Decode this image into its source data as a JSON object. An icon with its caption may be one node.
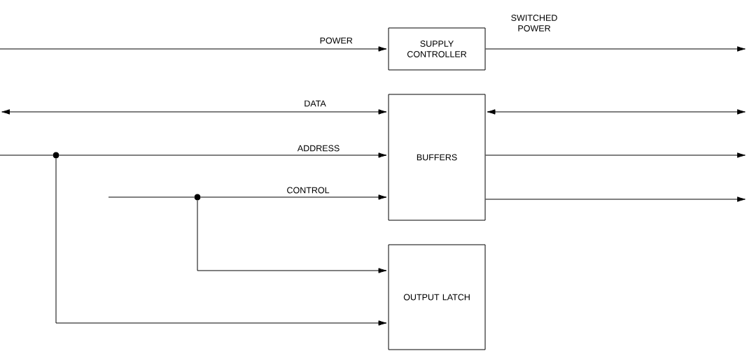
{
  "diagram": {
    "nodes": [
      {
        "text": [
          "SUPPLY CONTROLLER"
        ]
      },
      {
        "text": [
          "BUFFERS"
        ]
      },
      {
        "text": [
          "OUTPUT LATCH"
        ]
      },
      {
        "text": [],
        "shape": "circle"
      },
      {
        "text": [],
        "shape": "circle"
      }
    ],
    "edges": [
      {
        "from": null,
        "to": 0,
        "arrow": "to",
        "label": "POWER"
      },
      {
        "from": 0,
        "to": null,
        "arrow": "to",
        "label": "SWITCHED POWER"
      },
      {
        "from": null,
        "to": 1,
        "arrow": "both",
        "label": "DATA"
      },
      {
        "from": 1,
        "to": null,
        "arrow": "both"
      },
      {
        "from": null,
        "to": 3,
        "arrow": "none"
      },
      {
        "from": 3,
        "to": 1,
        "arrow": "to",
        "label": "ADDRESS"
      },
      {
        "from": 3,
        "to": 2,
        "arrow": "to"
      },
      {
        "from": null,
        "to": 4,
        "arrow": "none"
      },
      {
        "from": 4,
        "to": 1,
        "arrow": "to",
        "label": "CONTROL"
      },
      {
        "from": 4,
        "to": 2,
        "arrow": "to"
      },
      {
        "from": 1,
        "to": null,
        "arrow": "to"
      },
      {
        "from": 1,
        "to": null,
        "arrow": "to"
      }
    ]
  }
}
